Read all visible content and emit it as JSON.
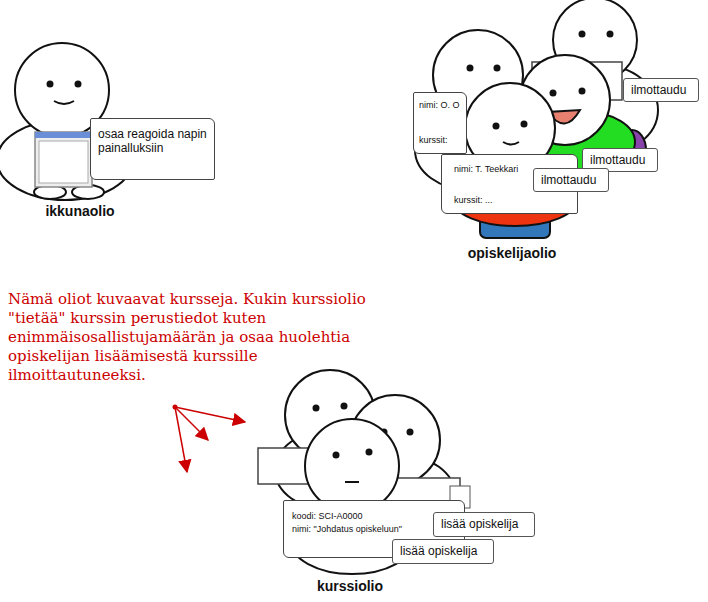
{
  "diagram": {
    "nodes": [
      {
        "text": [
          "osaa reagoida napin painalluksiin"
        ]
      },
      {
        "text": [
          "nimi: O. O",
          "kurssit:"
        ]
      },
      {
        "text": [
          "ilmottaudu"
        ]
      },
      {
        "text": [
          "ilmottaudu"
        ]
      },
      {
        "text": [
          "nimi: T. Teekkari",
          "kurssit: ..."
        ]
      },
      {
        "text": [
          "ilmottaudu"
        ]
      },
      {
        "text": [
          "koodi:  SCI-A0000",
          "nimi: \"Johdatus opiskeluun\""
        ]
      },
      {
        "text": [
          "lisää opiskelija"
        ]
      },
      {
        "text": [
          "lisää opiskelija"
        ]
      }
    ],
    "labels": [
      "ikkunaolio",
      "opiskelijaolio",
      "Nämä oliot kuvaavat kursseja. Kukin kurssiolio \"tietää\" kurssin perustiedot kuten enimmäisosallistujamäärän ja osaa huolehtia opiskelijan lisäämisestä kurssille ilmoittautuneeksi.",
      "kurssiolio"
    ]
  }
}
